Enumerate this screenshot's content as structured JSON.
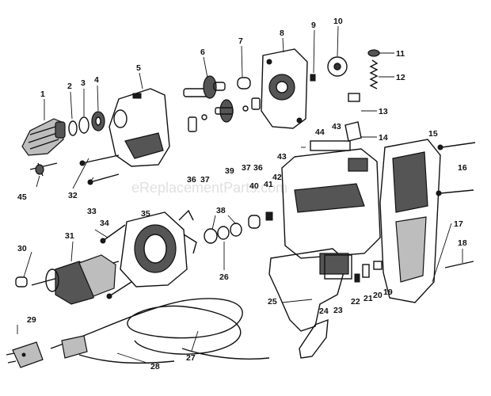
{
  "watermark": "eReplacementParts.com",
  "part_labels": [
    "1",
    "2",
    "3",
    "4",
    "5",
    "6",
    "7",
    "8",
    "9",
    "10",
    "11",
    "12",
    "13",
    "14",
    "15",
    "16",
    "17",
    "18",
    "19",
    "20",
    "21",
    "22",
    "23",
    "24",
    "25",
    "26",
    "27",
    "28",
    "29",
    "30",
    "31",
    "32",
    "33",
    "34",
    "35",
    "36",
    "37",
    "38",
    "39",
    "40",
    "41",
    "42",
    "43",
    "44",
    "45"
  ],
  "colors": {
    "ink": "#111111",
    "background": "#ffffff"
  }
}
